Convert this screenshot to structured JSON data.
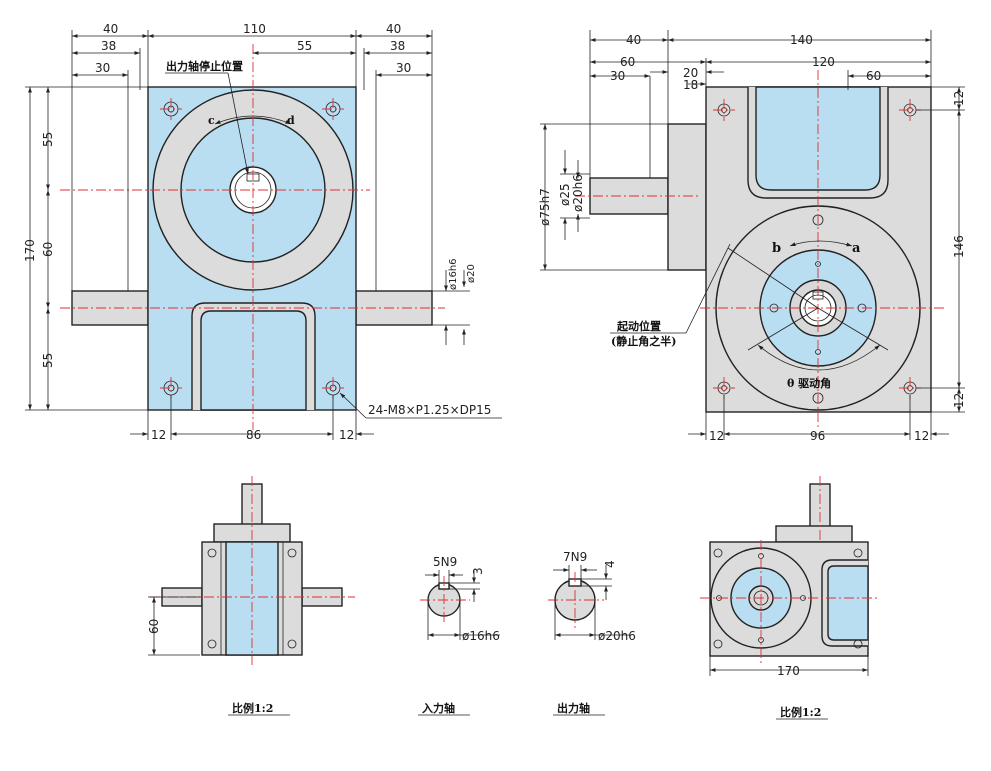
{
  "colors": {
    "body_fill": "#b9def2",
    "part_fill": "#dcdcdc",
    "centerline": "#e03030"
  },
  "front_view": {
    "dims_top": {
      "d40_left": "40",
      "d110": "110",
      "d40_right": "40",
      "d38_left": "38",
      "d55": "55",
      "d38_right": "38",
      "d30_left": "30",
      "d30_right": "30"
    },
    "dims_left": {
      "d170": "170",
      "d55_top": "55",
      "d60": "60",
      "d55_bottom": "55"
    },
    "dims_bottom": {
      "d12_left": "12",
      "d86": "86",
      "d12_right": "12"
    },
    "dims_right": {
      "d16h6": "ø16h6",
      "d20": "ø20"
    },
    "output_stop_label": "出力轴停止位置",
    "dir_c": "c",
    "dir_d": "d",
    "thread_note": "24-M8×P1.25×DP15"
  },
  "side_view": {
    "dims_top": {
      "d40": "40",
      "d140": "140",
      "d60": "60",
      "d20": "20",
      "d120": "120",
      "d30": "30",
      "d18": "18",
      "d60_right": "60"
    },
    "dims_left": {
      "d75h7": "ø75h7",
      "d25": "ø25",
      "d20h6": "ø20h6"
    },
    "dims_right": {
      "d12_top": "12",
      "d146": "146",
      "d12_bottom": "12"
    },
    "dims_bottom": {
      "d12_left": "12",
      "d96": "96",
      "d12_right": "12"
    },
    "dir_b": "b",
    "dir_a": "a",
    "start_pos_label_1": "起动位置",
    "start_pos_label_2": "(静止角之半)",
    "drive_angle_label": "θ 驱动角"
  },
  "bottom_left_view": {
    "d60": "60",
    "caption": "比例1:2"
  },
  "input_shaft": {
    "key": "5N9",
    "depth": "3",
    "diameter": "ø16h6",
    "caption": "入力轴"
  },
  "output_shaft": {
    "key": "7N9",
    "depth": "4",
    "diameter": "ø20h6",
    "caption": "出力轴"
  },
  "bottom_right_view": {
    "d170": "170",
    "caption": "比例1:2"
  }
}
